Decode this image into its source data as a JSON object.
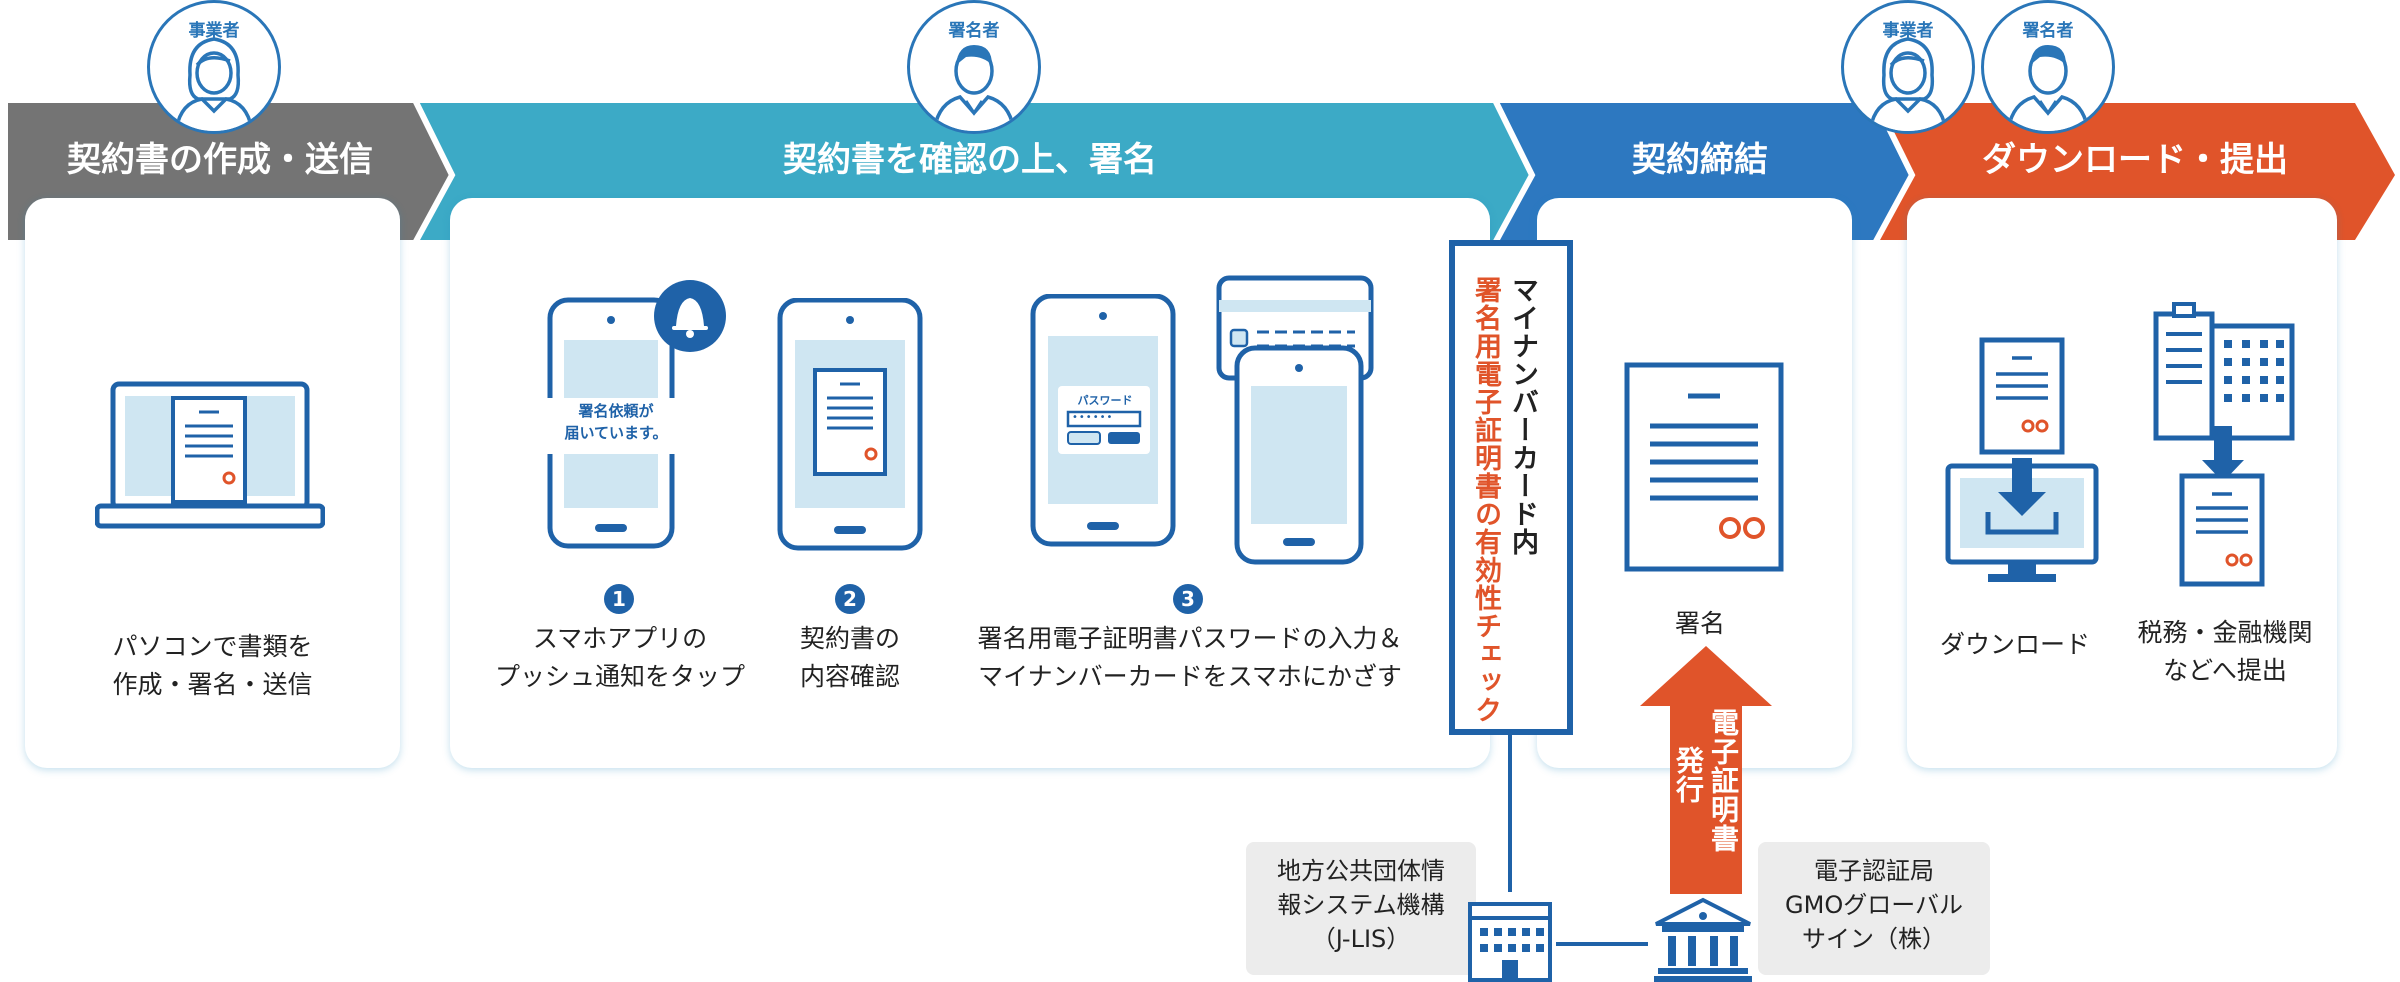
{
  "stages": [
    {
      "title": "契約書の作成・送信",
      "color": "#747474"
    },
    {
      "title": "契約書を確認の上、署名",
      "color": "#3caac6"
    },
    {
      "title": "契約締結",
      "color": "#2d78c0"
    },
    {
      "title": "ダウンロード・提出",
      "color": "#e0542a"
    }
  ],
  "roles": {
    "business": "事業者",
    "signer": "署名者"
  },
  "card1": {
    "caption_line1": "パソコンで書類を",
    "caption_line2": "作成・署名・送信"
  },
  "steps": [
    {
      "number": "1",
      "line1": "スマホアプリの",
      "line2": "プッシュ通知をタップ"
    },
    {
      "number": "2",
      "line1": "契約書の",
      "line2": "内容確認"
    },
    {
      "number": "3",
      "line1": "署名用電子証明書パスワードの入力＆",
      "line2": "マイナンバーカードをスマホにかざす"
    }
  ],
  "phone_notification": {
    "line1": "署名依頼が",
    "line2": "届いています。"
  },
  "password_label": "パスワード",
  "password_dots": "••••••",
  "mynumber_check": {
    "line1": "マイナンバーカード内",
    "line2": "署名用電子証明書の有効性チェック"
  },
  "card3": {
    "caption": "署名"
  },
  "certificate_issue": {
    "line1": "電子証明書",
    "line2": "発行"
  },
  "card4": {
    "download_caption": "ダウンロード",
    "submit_line1": "税務・金融機関",
    "submit_line2": "などへ提出"
  },
  "jlis": {
    "line1": "地方公共団体情",
    "line2": "報システム機構",
    "line3": "（J-LIS）"
  },
  "gmo": {
    "line1": "電子認証局",
    "line2": "GMOグローバル",
    "line3": "サイン（株）"
  },
  "colors": {
    "dark_blue": "#1f62a8",
    "orange": "#e0542a",
    "light_blue_fill": "#cfe6f2"
  }
}
